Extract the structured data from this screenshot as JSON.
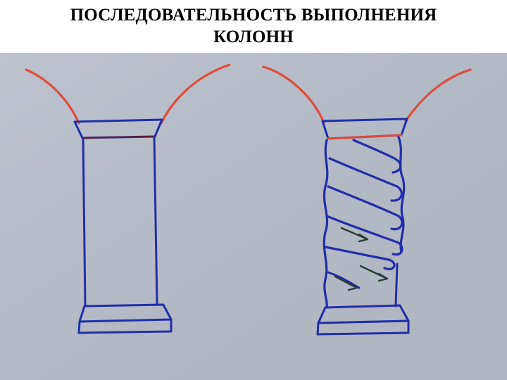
{
  "slide": {
    "title_line1": "ПОСЛЕДОВАТЕЛЬНОСТЬ ВЫПОЛНЕНИЯ",
    "title_line2": "КОЛОНН"
  },
  "colors": {
    "paper": "#b4bac6",
    "blue_ink": "#1f2fa8",
    "red_ink": "#dd4c3c",
    "dark_arrow": "#233b33",
    "title_text": "#000000"
  },
  "drawing": {
    "left_column": "plain-column",
    "right_column": "twisted-column"
  }
}
